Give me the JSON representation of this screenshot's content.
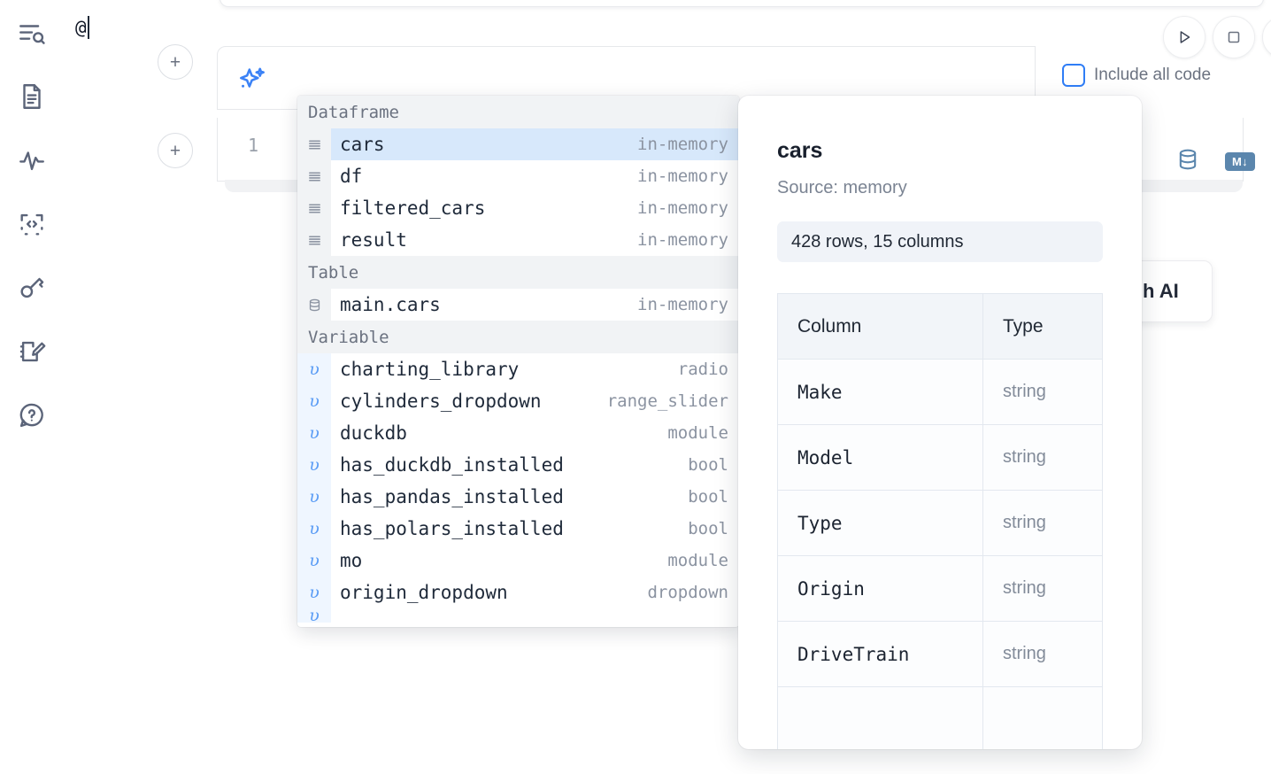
{
  "sidebar": {
    "items": [
      {
        "name": "explorer-search-icon",
        "label": "Explore"
      },
      {
        "name": "document-icon",
        "label": "Notebook"
      },
      {
        "name": "activity-icon",
        "label": "Activity"
      },
      {
        "name": "code-snippet-icon",
        "label": "Snippets"
      },
      {
        "name": "key-icon",
        "label": "Secrets"
      },
      {
        "name": "scratchpad-icon",
        "label": "Scratchpad"
      },
      {
        "name": "help-chat-icon",
        "label": "Help"
      }
    ]
  },
  "toolbar": {
    "run_label": "Run",
    "stop_label": "Interrupt",
    "include_all_code_label": "Include all code",
    "include_all_code_checked": false,
    "add_cell_label": "+"
  },
  "cell": {
    "line_number": "1",
    "ai_prompt_value": "@",
    "sparkle_icon": "sparkles-icon",
    "database_icon": "database-icon",
    "markdown_badge": "M↓"
  },
  "ai_card": {
    "text": "h AI"
  },
  "autocomplete": {
    "sections": [
      {
        "title": "Dataframe",
        "items": [
          {
            "icon": "dataframe-icon",
            "name": "cars",
            "kind": "in-memory",
            "selected": true
          },
          {
            "icon": "dataframe-icon",
            "name": "df",
            "kind": "in-memory",
            "selected": false
          },
          {
            "icon": "dataframe-icon",
            "name": "filtered_cars",
            "kind": "in-memory",
            "selected": false
          },
          {
            "icon": "dataframe-icon",
            "name": "result",
            "kind": "in-memory",
            "selected": false
          }
        ]
      },
      {
        "title": "Table",
        "items": [
          {
            "icon": "database-icon",
            "name": "main.cars",
            "kind": "in-memory",
            "selected": false
          }
        ]
      },
      {
        "title": "Variable",
        "items": [
          {
            "icon": "variable-icon",
            "name": "charting_library",
            "kind": "radio",
            "selected": false
          },
          {
            "icon": "variable-icon",
            "name": "cylinders_dropdown",
            "kind": "range_slider",
            "selected": false
          },
          {
            "icon": "variable-icon",
            "name": "duckdb",
            "kind": "module",
            "selected": false
          },
          {
            "icon": "variable-icon",
            "name": "has_duckdb_installed",
            "kind": "bool",
            "selected": false
          },
          {
            "icon": "variable-icon",
            "name": "has_pandas_installed",
            "kind": "bool",
            "selected": false
          },
          {
            "icon": "variable-icon",
            "name": "has_polars_installed",
            "kind": "bool",
            "selected": false
          },
          {
            "icon": "variable-icon",
            "name": "mo",
            "kind": "module",
            "selected": false
          },
          {
            "icon": "variable-icon",
            "name": "origin_dropdown",
            "kind": "dropdown",
            "selected": false
          }
        ]
      }
    ]
  },
  "preview": {
    "title": "cars",
    "source": "Source: memory",
    "shape": "428 rows, 15 columns",
    "table": {
      "headers": [
        "Column",
        "Type"
      ],
      "rows": [
        [
          "Make",
          "string"
        ],
        [
          "Model",
          "string"
        ],
        [
          "Type",
          "string"
        ],
        [
          "Origin",
          "string"
        ],
        [
          "DriveTrain",
          "string"
        ]
      ]
    }
  },
  "colors": {
    "accent_blue": "#2f7df6",
    "selected_row": "#d7e8fb",
    "variable_gutter": "#eff6ff",
    "section_header": "#f1f3f5",
    "markdown_badge": "#5b86ad"
  }
}
